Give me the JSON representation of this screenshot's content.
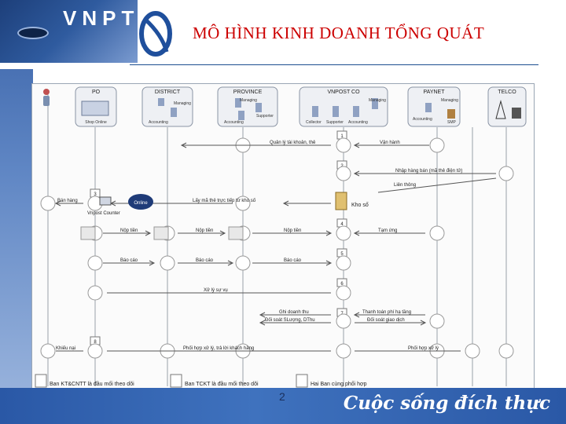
{
  "header": {
    "logo": "VNPT",
    "title": "MÔ HÌNH KINH DOANH TỔNG QUÁT"
  },
  "lanes": [
    {
      "label": "PO",
      "people": [
        "Shop Online"
      ]
    },
    {
      "label": "DISTRICT",
      "people": [
        "Managing",
        "Accounting"
      ]
    },
    {
      "label": "PROVINCE",
      "people": [
        "Managing",
        "Supporter",
        "Accounting"
      ]
    },
    {
      "label": "VNPOST CO",
      "people": [
        "Managing",
        "Collector",
        "Supporter",
        "Accounting"
      ]
    },
    {
      "label": "PAYNET",
      "people": [
        "Managing",
        "Accounting",
        "SMP"
      ]
    },
    {
      "label": "TELCO",
      "people": []
    }
  ],
  "steps": [
    "1",
    "2",
    "3",
    "4",
    "5",
    "6",
    "7",
    "8"
  ],
  "messages": {
    "quan_ly": "Quản lý tài khoản, thẻ",
    "van_hanh": "Vận hành",
    "nhap_hang": "Nhập hàng bán (mã thẻ điện tử)",
    "lien_thong": "Liên thông",
    "ban_hang": "Bán hàng",
    "online": "Online",
    "vnpost_counter": "Vnpost Counter",
    "lay_ma": "Lấy mã thẻ trực tiếp từ kho số",
    "kho_so": "Kho số",
    "nop_tien_1": "Nộp tiền",
    "nop_tien_2": "Nộp tiền",
    "nop_tien_3": "Nộp tiền",
    "tam_ung": "Tạm ứng",
    "bao_cao_1": "Báo cáo",
    "bao_cao_2": "Báo cáo",
    "bao_cao_3": "Báo cáo",
    "xu_ly_su_vu": "Xử lý sự vụ",
    "ghi_doanh_thu": "Ghi doanh thu",
    "thanh_toan_phi": "Thanh toán phí hạ tầng",
    "doi_soat_bang": "Đối soát SLượng, DThu",
    "doi_soat_gd": "Đối soát giao dịch",
    "khieu_nai": "Khiếu nại",
    "phoi_hop_tra_loi": "Phối hợp xử lý, trả lời khách hàng",
    "phoi_hop_xu_ly": "Phối hợp xử lý"
  },
  "legend": [
    "Ban KT&CNTT là đầu mối theo dõi",
    "Ban TCKT là đầu mối theo dõi",
    "Hai Ban cùng phối hợp"
  ],
  "footer": {
    "page": "2",
    "slogan": "Cuộc sống đích thực"
  }
}
